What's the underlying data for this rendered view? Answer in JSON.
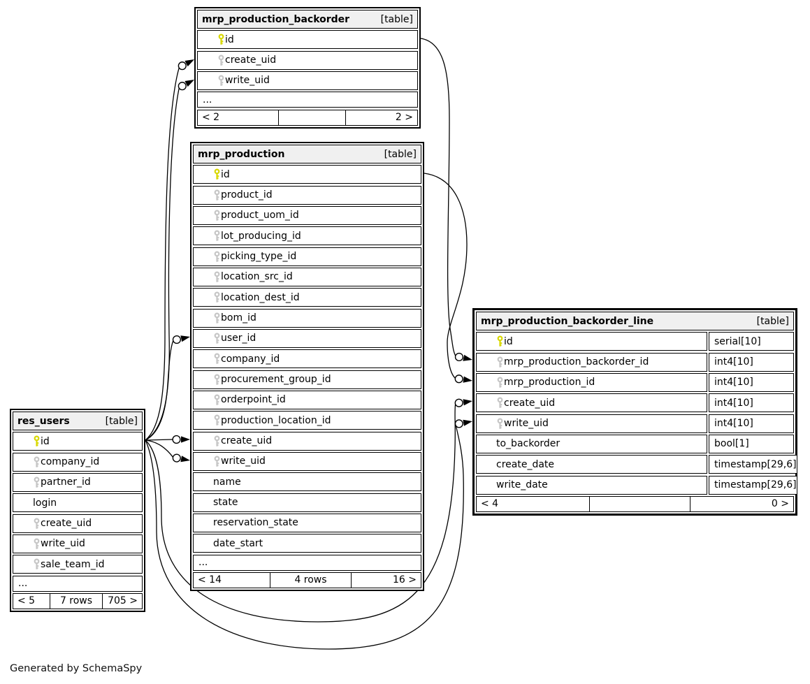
{
  "app": {
    "generator_note": "Generated by SchemaSpy"
  },
  "colors": {
    "primary_key": "#d8d800",
    "foreign_key": "#c6c6c6",
    "header_bg": "#f0f0f0",
    "border": "#000000",
    "line": "#000000",
    "background": "#ffffff"
  },
  "tables": [
    {
      "name": "mrp_production_backorder",
      "badge": "[table]",
      "columns": [
        {
          "name": "id",
          "key": "primary"
        },
        {
          "name": "create_uid",
          "key": "foreign"
        },
        {
          "name": "write_uid",
          "key": "foreign"
        }
      ],
      "ellipsis": "...",
      "footer": {
        "left": "< 2",
        "center": "",
        "right": "2 >"
      }
    },
    {
      "name": "mrp_production",
      "badge": "[table]",
      "columns": [
        {
          "name": "id",
          "key": "primary"
        },
        {
          "name": "product_id",
          "key": "foreign"
        },
        {
          "name": "product_uom_id",
          "key": "foreign"
        },
        {
          "name": "lot_producing_id",
          "key": "foreign"
        },
        {
          "name": "picking_type_id",
          "key": "foreign"
        },
        {
          "name": "location_src_id",
          "key": "foreign"
        },
        {
          "name": "location_dest_id",
          "key": "foreign"
        },
        {
          "name": "bom_id",
          "key": "foreign"
        },
        {
          "name": "user_id",
          "key": "foreign"
        },
        {
          "name": "company_id",
          "key": "foreign"
        },
        {
          "name": "procurement_group_id",
          "key": "foreign"
        },
        {
          "name": "orderpoint_id",
          "key": "foreign"
        },
        {
          "name": "production_location_id",
          "key": "foreign"
        },
        {
          "name": "create_uid",
          "key": "foreign"
        },
        {
          "name": "write_uid",
          "key": "foreign"
        },
        {
          "name": "name",
          "key": "none"
        },
        {
          "name": "state",
          "key": "none"
        },
        {
          "name": "reservation_state",
          "key": "none"
        },
        {
          "name": "date_start",
          "key": "none"
        }
      ],
      "ellipsis": "...",
      "footer": {
        "left": "< 14",
        "center": "4 rows",
        "right": "16 >"
      }
    },
    {
      "name": "mrp_production_backorder_line",
      "badge": "[table]",
      "columns": [
        {
          "name": "id",
          "key": "primary",
          "type": "serial[10]"
        },
        {
          "name": "mrp_production_backorder_id",
          "key": "foreign",
          "type": "int4[10]"
        },
        {
          "name": "mrp_production_id",
          "key": "foreign",
          "type": "int4[10]"
        },
        {
          "name": "create_uid",
          "key": "foreign",
          "type": "int4[10]"
        },
        {
          "name": "write_uid",
          "key": "foreign",
          "type": "int4[10]"
        },
        {
          "name": "to_backorder",
          "key": "none",
          "type": "bool[1]"
        },
        {
          "name": "create_date",
          "key": "none",
          "type": "timestamp[29,6]"
        },
        {
          "name": "write_date",
          "key": "none",
          "type": "timestamp[29,6]"
        }
      ],
      "footer": {
        "left": "< 4",
        "center": "",
        "right": "0 >"
      }
    },
    {
      "name": "res_users",
      "badge": "[table]",
      "columns": [
        {
          "name": "id",
          "key": "primary"
        },
        {
          "name": "company_id",
          "key": "foreign"
        },
        {
          "name": "partner_id",
          "key": "foreign"
        },
        {
          "name": "login",
          "key": "none"
        },
        {
          "name": "create_uid",
          "key": "foreign"
        },
        {
          "name": "write_uid",
          "key": "foreign"
        },
        {
          "name": "sale_team_id",
          "key": "foreign"
        }
      ],
      "ellipsis": "...",
      "footer": {
        "left": "< 5",
        "center": "7 rows",
        "right": "705 >"
      }
    }
  ],
  "relationships": [
    {
      "from": "res_users.id",
      "to": "mrp_production.create_uid"
    },
    {
      "from": "res_users.id",
      "to": "mrp_production.write_uid"
    },
    {
      "from": "res_users.id",
      "to": "mrp_production.user_id"
    },
    {
      "from": "res_users.id",
      "to": "mrp_production_backorder.create_uid"
    },
    {
      "from": "res_users.id",
      "to": "mrp_production_backorder.write_uid"
    },
    {
      "from": "res_users.id",
      "to": "mrp_production_backorder_line.create_uid"
    },
    {
      "from": "res_users.id",
      "to": "mrp_production_backorder_line.write_uid"
    },
    {
      "from": "mrp_production_backorder.id",
      "to": "mrp_production_backorder_line.mrp_production_backorder_id"
    },
    {
      "from": "mrp_production.id",
      "to": "mrp_production_backorder_line.mrp_production_id"
    }
  ]
}
